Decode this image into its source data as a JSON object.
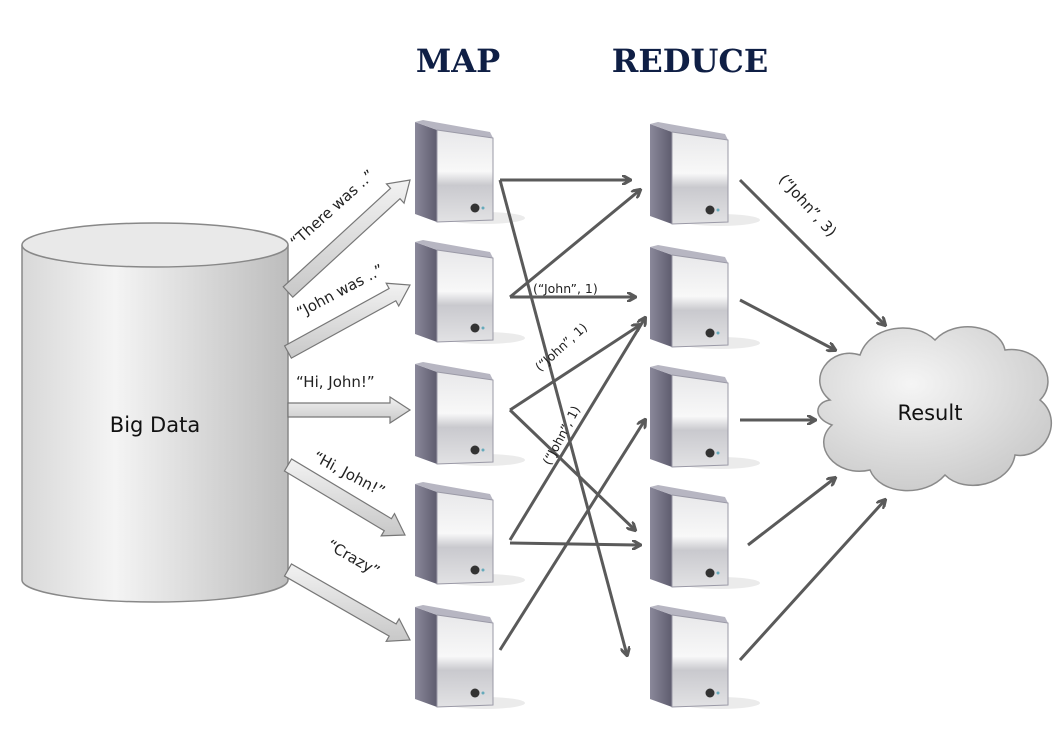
{
  "titles": {
    "map": "MAP",
    "reduce": "REDUCE"
  },
  "source": {
    "label": "Big Data"
  },
  "inputs": [
    "“There was ..”",
    "“John was ..”",
    "“Hi, John!”",
    "“Hi, John!”",
    "“Crazy”"
  ],
  "pair_labels": [
    "(“John”, 1)",
    "(“John”, 1)",
    "(“John”, 1)"
  ],
  "reduce_output_label": "(“John”, 3)",
  "result": {
    "label": "Result"
  },
  "map_servers": 5,
  "reduce_servers": 5,
  "colors": {
    "title": "#0f1f45",
    "arrow": "#5a5a5a",
    "server": "#6e6c7e"
  }
}
